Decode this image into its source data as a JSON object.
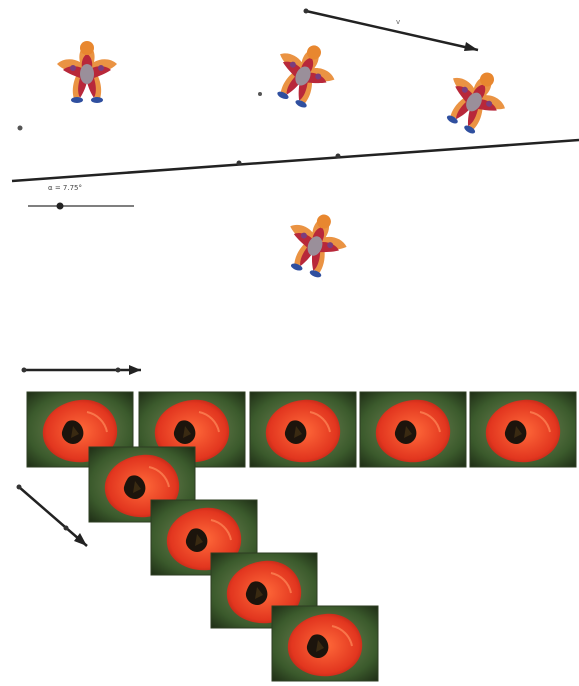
{
  "app": {
    "view": "geometry-graphics-view"
  },
  "slider": {
    "label": "α = 7.75°"
  },
  "vector": {
    "label": "v"
  },
  "colors": {
    "background": "#ffffff",
    "line": "#222222",
    "point": "#333333",
    "figure_orange": "#e8872f",
    "figure_red": "#b8283a",
    "figure_purple": "#7a3d7e",
    "figure_blue": "#2f4f9f",
    "figure_gray": "#9a8f9a",
    "flower_red": "#e2361f",
    "flower_dark": "#1c140c",
    "photo_green": "#3b5a2c",
    "photo_border": "#2d3d22"
  },
  "icons": {
    "figure": "starfish-figure-icon",
    "photo": "red-flower-photo-icon"
  }
}
